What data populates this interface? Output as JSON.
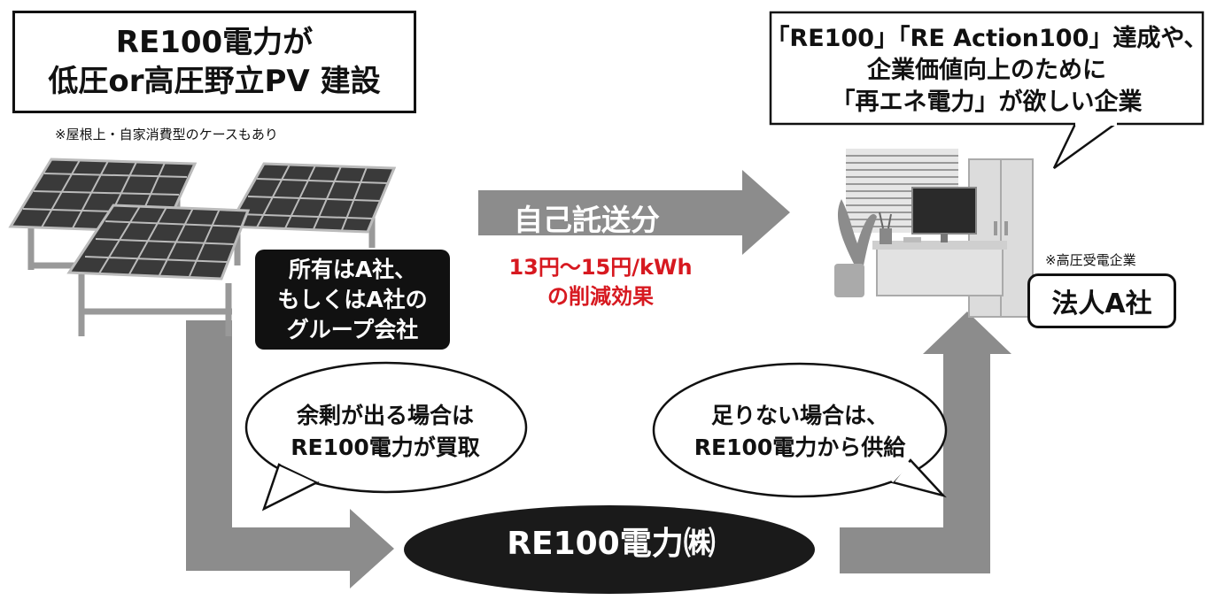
{
  "title": {
    "line1": "RE100電力が",
    "line2": "低圧or高圧野立PV 建設"
  },
  "note_rooftop": "※屋根上・自家消費型のケースもあり",
  "owner": {
    "line1": "所有はA社、",
    "line2": "もしくはA社の",
    "line3": "グループ会社"
  },
  "self_wheeling": {
    "label": "自己託送分",
    "saving_line1": "13円〜15円/kWh",
    "saving_line2": "の削減効果"
  },
  "corporate_need": {
    "line1": "「RE100」「RE Action100」達成や、",
    "line2": "企業価値向上のために",
    "line3": "「再エネ電力」が欲しい企業"
  },
  "high_voltage_note": "※高圧受電企業",
  "customer": "法人A社",
  "surplus_bubble": {
    "line1": "余剰が出る場合は",
    "line2": "RE100電力が買取"
  },
  "shortage_bubble": {
    "line1": "足りない場合は、",
    "line2": "RE100電力から供給"
  },
  "re100_company": "RE100電力㈱",
  "colors": {
    "arrow_gray": "#8c8c8c",
    "accent_red": "#d71920",
    "dark": "#111111"
  },
  "icons": [
    "solar-panel-array-illustration",
    "office-desk-illustration"
  ]
}
